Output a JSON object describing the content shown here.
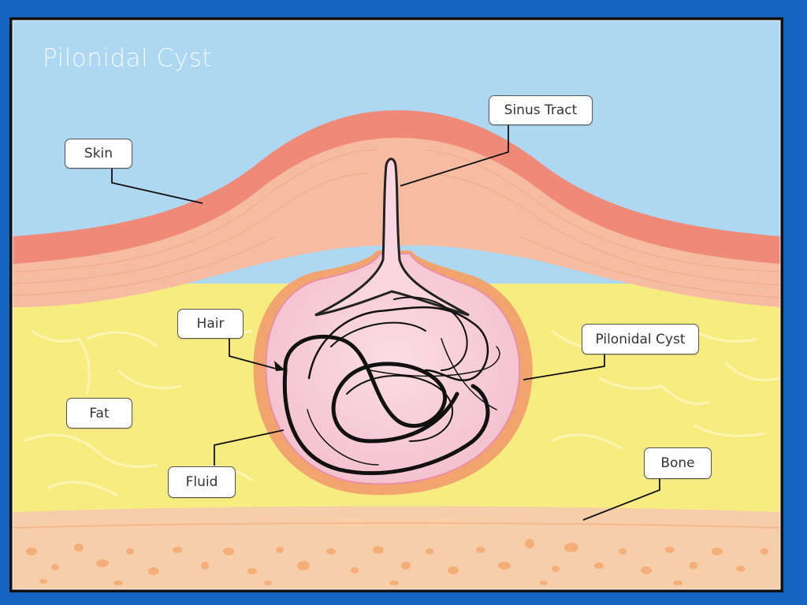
{
  "title": "Pilonidal Cyst",
  "labels": {
    "skin": "Skin",
    "sinus_tract": "Sinus Tract",
    "hair": "Hair",
    "pilonidal_cyst": "Pilonidal Cyst",
    "fat": "Fat",
    "fluid": "Fluid",
    "bone": "Bone"
  },
  "colors": {
    "frame_blue": "#1565c0",
    "sky": "#aed8f2",
    "skin": "#ef8a78",
    "dermis": "#f6bca1",
    "fat": "#f7ec80",
    "bone": "#f7ceaa",
    "cyst": "#f9d4de"
  }
}
